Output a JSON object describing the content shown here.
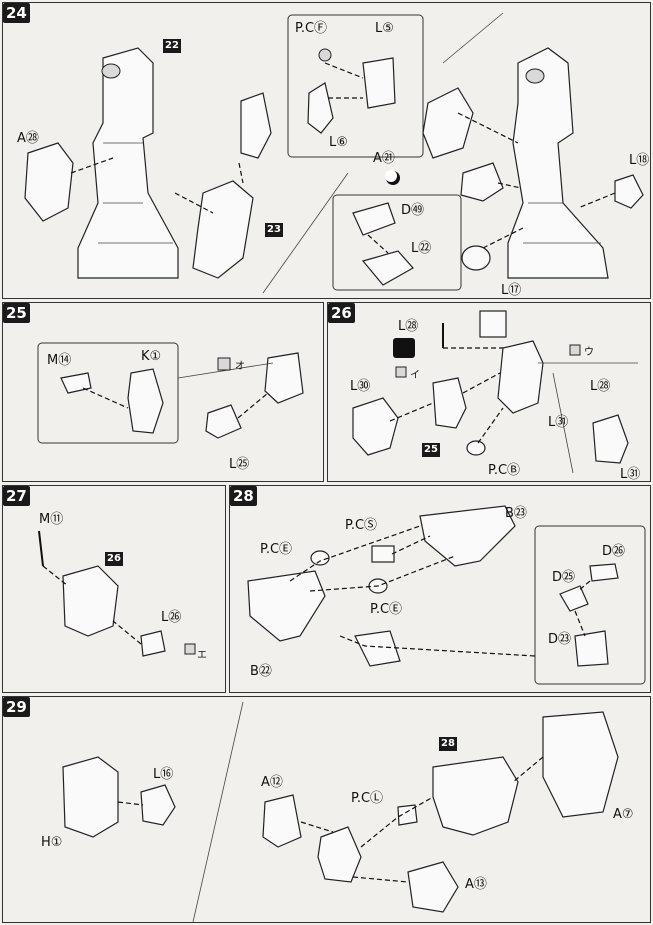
{
  "steps": {
    "s24": "24",
    "s25": "25",
    "s26": "26",
    "s27": "27",
    "s28": "28",
    "s29": "29"
  },
  "step24": {
    "ref_a": "22",
    "ref_b": "23",
    "a28": "A㉘",
    "pcf": "P.CⒻ",
    "l5": "L⑤",
    "l6": "L⑥",
    "a21": "A㉑",
    "d49": "D㊾",
    "l22": "L㉒",
    "l18": "L⑱",
    "l17": "L⑰"
  },
  "step25": {
    "m14": "M⑭",
    "k1": "K①",
    "l25": "L㉕",
    "glue": "オ"
  },
  "step26": {
    "l28": "L㉘",
    "l30": "L㉚",
    "l31": "L㉛",
    "pcb": "P.CⒷ",
    "ref": "25",
    "mark1": "イ",
    "mark2": "ウ",
    "l28b": "L㉘",
    "l31b": "L㉛"
  },
  "step27": {
    "m11": "M⑪",
    "ref": "26",
    "l26": "L㉖",
    "mark": "エ"
  },
  "step28": {
    "pcs": "P.CⓈ",
    "b23": "B㉓",
    "pce1": "P.CⒺ",
    "pce2": "P.CⒺ",
    "b22": "B㉒",
    "d26": "D㉖",
    "d25": "D㉕",
    "d23": "D㉓"
  },
  "step29": {
    "l16": "L⑯",
    "h1": "H①",
    "a12": "A⑫",
    "ref": "28",
    "pcl": "P.CⓁ",
    "a7": "A⑦",
    "a13": "A⑬"
  }
}
